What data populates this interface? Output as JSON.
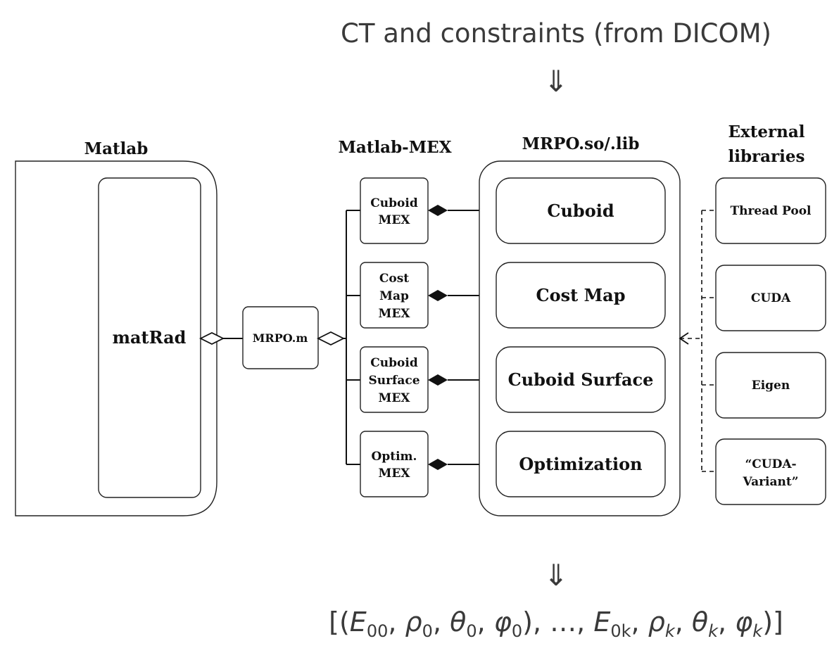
{
  "title": "CT and constraints (from DICOM)",
  "arrow_symbol": "⇓",
  "headings": {
    "matlab": "Matlab",
    "mex": "Matlab-MEX",
    "mrpo": "MRPO.so/.lib",
    "external_line1": "External",
    "external_line2": "libraries"
  },
  "matrad_label": "matRad",
  "mrpo_m_label": "MRPO.m",
  "mex_boxes": [
    {
      "lines": [
        "Cuboid",
        "MEX"
      ]
    },
    {
      "lines": [
        "Cost",
        "Map",
        "MEX"
      ]
    },
    {
      "lines": [
        "Cuboid",
        "Surface",
        "MEX"
      ]
    },
    {
      "lines": [
        "Optim.",
        "MEX"
      ]
    }
  ],
  "modules": [
    "Cuboid",
    "Cost Map",
    "Cuboid Surface",
    "Optimization"
  ],
  "external_libraries": [
    {
      "lines": [
        "Thread Pool"
      ]
    },
    {
      "lines": [
        "CUDA"
      ]
    },
    {
      "lines": [
        "Eigen"
      ]
    },
    {
      "lines": [
        "“CUDA-",
        "Variant”"
      ]
    }
  ],
  "formula": {
    "open": "[(",
    "E": "E",
    "sub_00": "00",
    "rho": "ρ",
    "theta": "θ",
    "phi": "φ",
    "sub_0": "0",
    "sub_0k": "0k",
    "sub_k": "k",
    "comma": ", ",
    "mid": "), …, ",
    "close": ")]"
  }
}
